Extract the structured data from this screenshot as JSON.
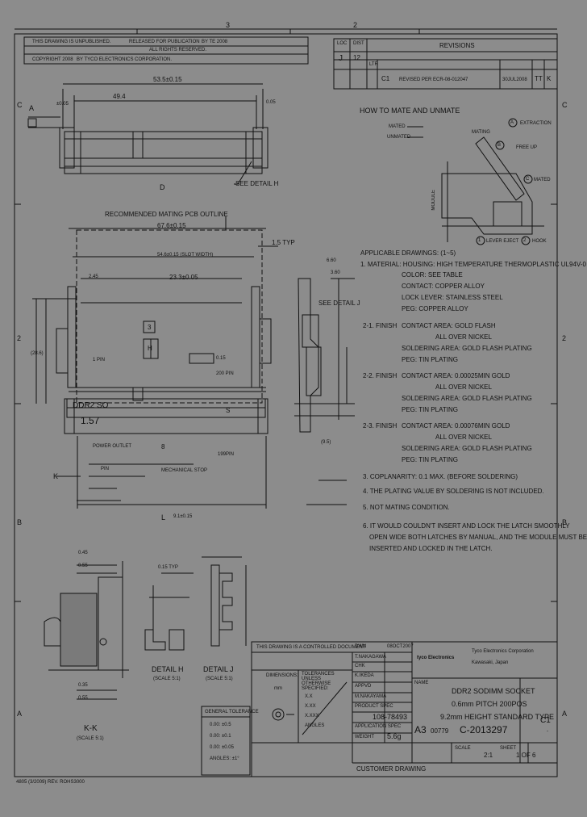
{
  "frame": {
    "zones_top": [
      "3",
      "2"
    ],
    "zones_side": [
      "C",
      "C",
      "B",
      "B",
      "A",
      "A"
    ],
    "side_numbers": [
      "2",
      "2"
    ]
  },
  "header": {
    "left_row1": "THIS DRAWING IS UNPUBLISHED.",
    "left_row1b": "RELEASED FOR PUBLICATION",
    "left_row1c": "BY TE 2008",
    "left_row2": "COPYRIGHT 2008",
    "left_row2b": "BY TYCO ELECTRONICS CORPORATION.",
    "left_row2c": "ALL RIGHTS RESERVED."
  },
  "revisions": {
    "title": "REVISIONS",
    "loc_label": "LOC",
    "dist_label": "DIST",
    "loc_value": "J",
    "dist_value": "12",
    "ltr": "LTR",
    "row_ltr": "C1",
    "row_desc": "REVISED PER ECR-08-012047",
    "row_date": "30JUL2008",
    "row_dwn": "TT",
    "row_apvd": "K"
  },
  "mate": {
    "title": "HOW TO MATE AND UNMATE",
    "mated": "MATED",
    "unmated": "UNMATED",
    "mating": "MATING",
    "extraction": "EXTRACTION",
    "free_up": "FREE UP",
    "mated2": "MATED",
    "module_label": "MODULE",
    "lever_eject": "LEVER EJECT",
    "hook": "HOOK",
    "step_a": "A",
    "step_b": "B",
    "step_c": "C",
    "step_1": "1",
    "step_2": "2"
  },
  "top_view": {
    "dim_overall": "53.5±0.15",
    "dim_inner": "49.4",
    "dim_left": "±0.05",
    "dim_right": "0.05",
    "label_a": "A",
    "label_d": "D",
    "see_detail": "SEE DETAIL H"
  },
  "front_view": {
    "pcb_outline": "RECOMMENDED MATING PCB OUTLINE",
    "dim_top": "67.6±0.15",
    "dim_slot": "54.6±0.15 (SLOT WIDTH)",
    "dim_1_5": "1.5 TYP",
    "dim_2_45": "2.45",
    "dim_6_60": "6.60",
    "dim_3_60": "3.60",
    "dim_23": "23.3±0.05",
    "dim_3": "3",
    "dim_h": "H",
    "dim_0_15": "0.15",
    "dim_200p": "200 PIN",
    "dim_2": "2",
    "pin1": "1 PIN",
    "pin_row": "DDR2 SO",
    "dim_1_57": "1.57",
    "power_outlet": "POWER OUTLET",
    "pin_label": "PIN",
    "mech_stop": "MECHANICAL STOP",
    "pin_199": "199PIN",
    "dim_k": "K",
    "dim_left": "(28.6)",
    "dim_9": "(9.5)",
    "dim_8": "8",
    "dim_l": "L",
    "dim_bottom": "9.1±0.15",
    "see_detail_j": "SEE DETAIL J",
    "s_label": "S"
  },
  "notes": {
    "title": "APPLICABLE DRAWINGS: (1~5)",
    "n1": "1. MATERIAL: HOUSING: HIGH TEMPERATURE THERMOPLASTIC UL94V-0",
    "n1b": "COLOR: SEE TABLE",
    "n1c": "CONTACT: COPPER ALLOY",
    "n1d": "LOCK LEVER: STAINLESS STEEL",
    "n1e": "PEG: COPPER ALLOY",
    "n21": "2-1. FINISH",
    "n21a": "CONTACT AREA: GOLD FLASH",
    "n21b": "ALL OVER NICKEL",
    "n21c": "SOLDERING AREA: GOLD FLASH PLATING",
    "n21d": "PEG: TIN PLATING",
    "n22": "2-2. FINISH",
    "n22a": "CONTACT AREA: 0.00025MIN GOLD",
    "n22b": "ALL OVER NICKEL",
    "n22c": "SOLDERING AREA: GOLD FLASH PLATING",
    "n22d": "PEG: TIN PLATING",
    "n23": "2-3. FINISH",
    "n23a": "CONTACT AREA: 0.00076MIN GOLD",
    "n23b": "ALL OVER NICKEL",
    "n23c": "SOLDERING AREA: GOLD FLASH PLATING",
    "n23d": "PEG: TIN PLATING",
    "n3": "3. COPLANARITY: 0.1 MAX. (BEFORE SOLDERING)",
    "n4": "4. THE PLATING VALUE BY SOLDERING IS NOT INCLUDED.",
    "n5": "5. NOT MATING CONDITION.",
    "n6": "6. IT WOULD COULDN'T INSERT AND LOCK THE LATCH SMOOTHLY",
    "n6b": "OPEN WIDE BOTH LATCHES BY MANUAL, AND THE MODULE MUST BE",
    "n6c": "INSERTED AND LOCKED IN THE LATCH."
  },
  "section_kk": {
    "title": "K-K",
    "scale": "(SCALE 5:1)",
    "d1": "0.45",
    "d2": "0.55",
    "d3": "0.35",
    "d4": "0.55"
  },
  "detail_h": {
    "title": "DETAIL H",
    "scale": "(SCALE 5:1)",
    "dim": "0.15 TYP"
  },
  "detail_j": {
    "title": "DETAIL J",
    "scale": "(SCALE 5:1)"
  },
  "general_tol": {
    "title": "GENERAL TOLERANCE",
    "r1": "0.00: ±0.5",
    "r2": "0.00: ±0.1",
    "r3": "0.00: ±0.05",
    "r4": "ANGLES: ±1°"
  },
  "title_block": {
    "controlled": "THIS DRAWING IS A CONTROLLED DOCUMENT",
    "dwn": "DWN",
    "dwn_name": "T.NAKAGAWA",
    "dwn_date": "08OCT2007",
    "chk": "CHK",
    "chk_name": "K.IKEDA",
    "appvd": "APPVD",
    "appvd_name": "M.NAKAYAMA",
    "company1": "Tyco Electronics Corporation",
    "company2": "Kawasaki, Japan",
    "logo": "tyco Electronics",
    "dim_label": "DIMENSIONS:",
    "dim_mm": "mm",
    "tol_label": "TOLERANCES UNLESS OTHERWISE SPECIFIED:",
    "prod_spec": "PRODUCT SPEC",
    "prod_spec_val": "108-78493",
    "app_spec": "APPLICATION SPEC",
    "weight": "WEIGHT",
    "weight_val": "5.6g",
    "name": "NAME",
    "title1": "DDR2 SODIMM SOCKET",
    "title2": "0.6mm PITCH 200POS",
    "title3": "9.2mm HEIGHT STANDARD TYPE",
    "size": "A3",
    "cage": "00779",
    "dwg_no": "C-2013297",
    "rev": "C1",
    "scale": "SCALE",
    "scale_val": "2:1",
    "sheet": "SHEET",
    "sheet_val": "1 OF 6",
    "customer": "CUSTOMER DRAWING",
    "angle_a": "-",
    "x1": "X.X",
    "x2": "X.XX",
    "x3": "X.XXX",
    "angles": "ANGLES"
  },
  "footer": {
    "form": "4805 (3/2009) REV. ROHS3000"
  }
}
